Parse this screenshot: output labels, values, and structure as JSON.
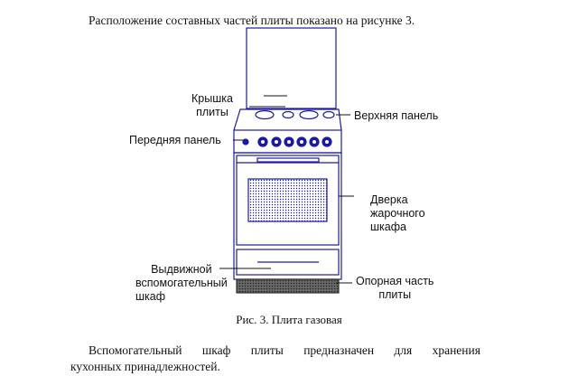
{
  "document": {
    "intro_text": "Расположение составных частей плиты показано на рисунке 3.",
    "figure": {
      "caption": "Рис. 3. Плита газовая",
      "labels": {
        "lid_line1": "Крышка",
        "lid_line2": "плиты",
        "top_panel": "Верхняя панель",
        "front_panel": "Передняя панель",
        "oven_door_line1": "Дверка",
        "oven_door_line2": "жарочного",
        "oven_door_line3": "шкафа",
        "drawer_line1": "Выдвижной",
        "drawer_line2": "вспомогательный",
        "drawer_line3": "шкаф",
        "base_line1": "Опорная часть",
        "base_line2": "плиты"
      },
      "colors": {
        "stove_outline": "#1a1aa8",
        "label_text": "#111111"
      }
    },
    "paragraph": {
      "line1_words": [
        "Вспомогательный",
        "шкаф",
        "плиты",
        "предназначен",
        "для",
        "хранения"
      ],
      "line2": "кухонных принадлежностей."
    }
  }
}
